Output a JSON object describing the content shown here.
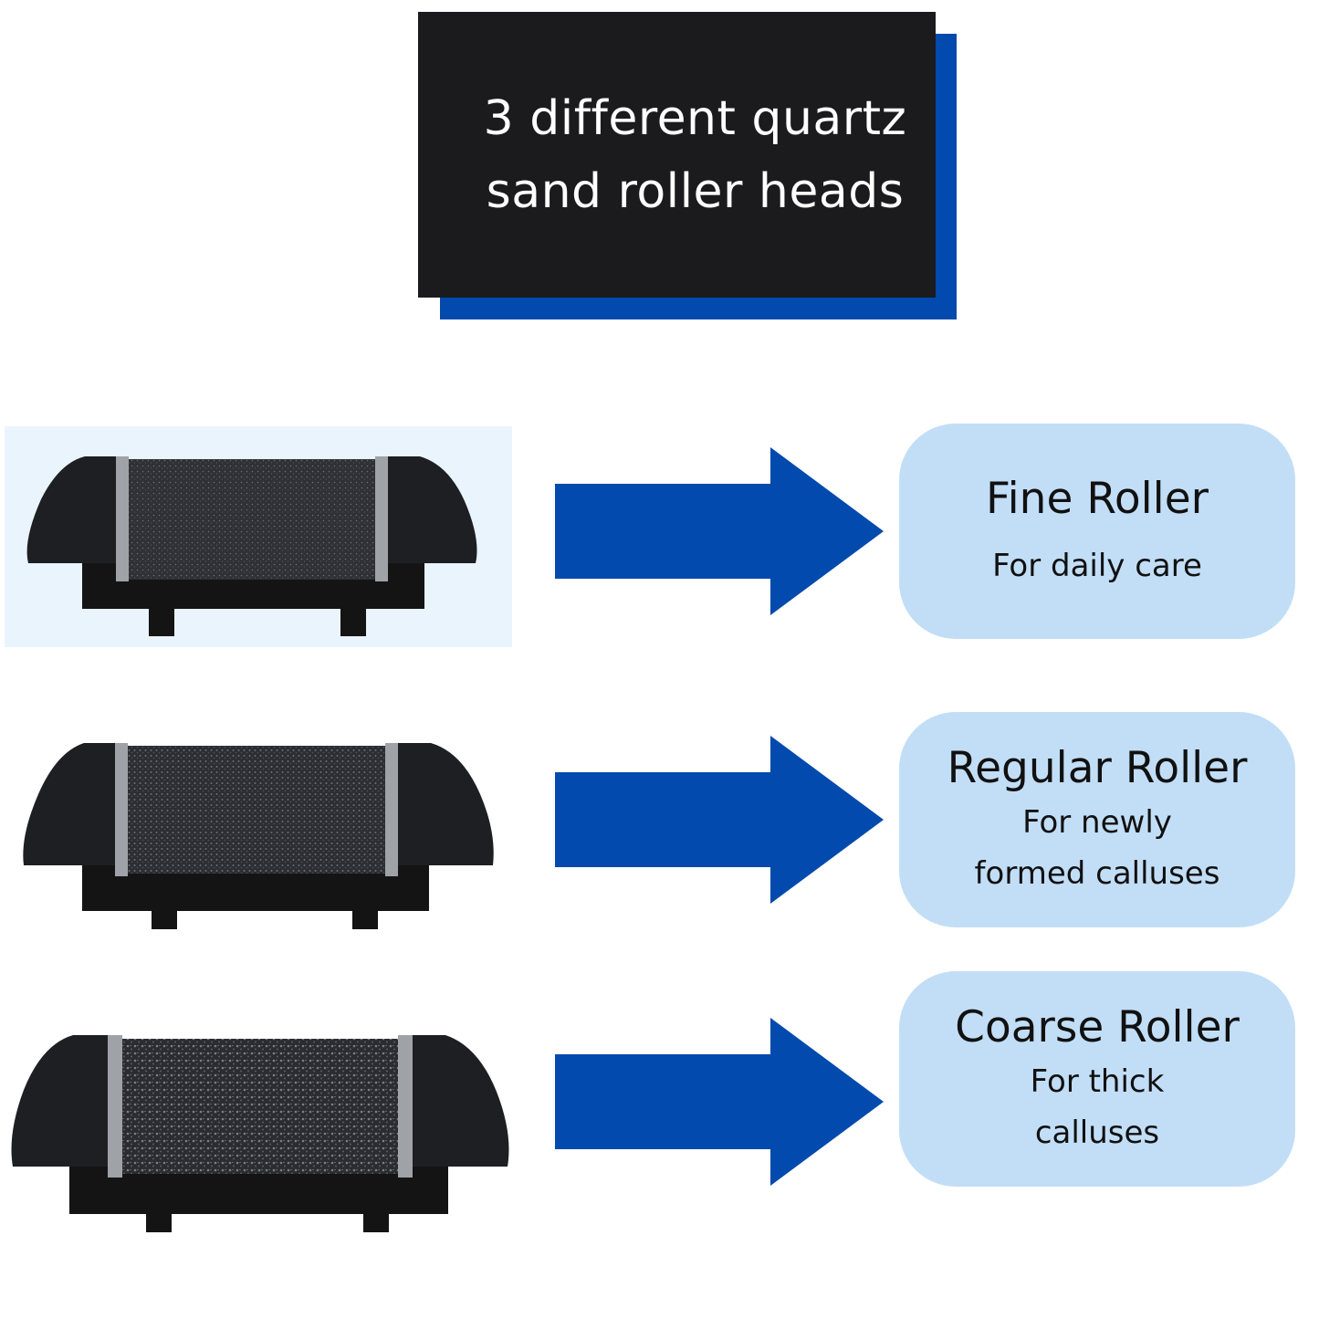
{
  "header": {
    "title": "3 different quartz\nsand roller heads"
  },
  "colors": {
    "accent_blue": "#024aad",
    "title_box": "#1b1b1d",
    "card_bg": "#c2def7",
    "first_photo_bg": "#eaf4fd"
  },
  "rollers": [
    {
      "name": "Fine Roller",
      "description": "For daily care",
      "grit": "fine"
    },
    {
      "name": "Regular Roller",
      "description": "For newly\nformed calluses",
      "grit": "regular"
    },
    {
      "name": "Coarse Roller",
      "description": "For thick\ncalluses",
      "grit": "coarse"
    }
  ],
  "icons": {
    "arrow": "right-arrow-icon",
    "product": "roller-head-image"
  }
}
